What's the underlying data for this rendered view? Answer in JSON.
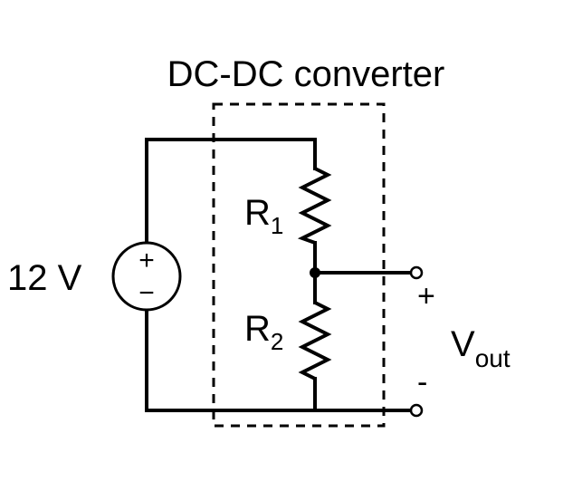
{
  "title": "DC-DC converter",
  "source": {
    "label": "12 V",
    "plus_symbol": "+",
    "minus_symbol": "−"
  },
  "resistors": [
    {
      "letter": "R",
      "subscript": "1"
    },
    {
      "letter": "R",
      "subscript": "2"
    }
  ],
  "output": {
    "letter": "V",
    "subscript": "out",
    "plus_label": "+",
    "minus_label": "-"
  },
  "colors": {
    "line": "#000000",
    "background": "#ffffff"
  }
}
